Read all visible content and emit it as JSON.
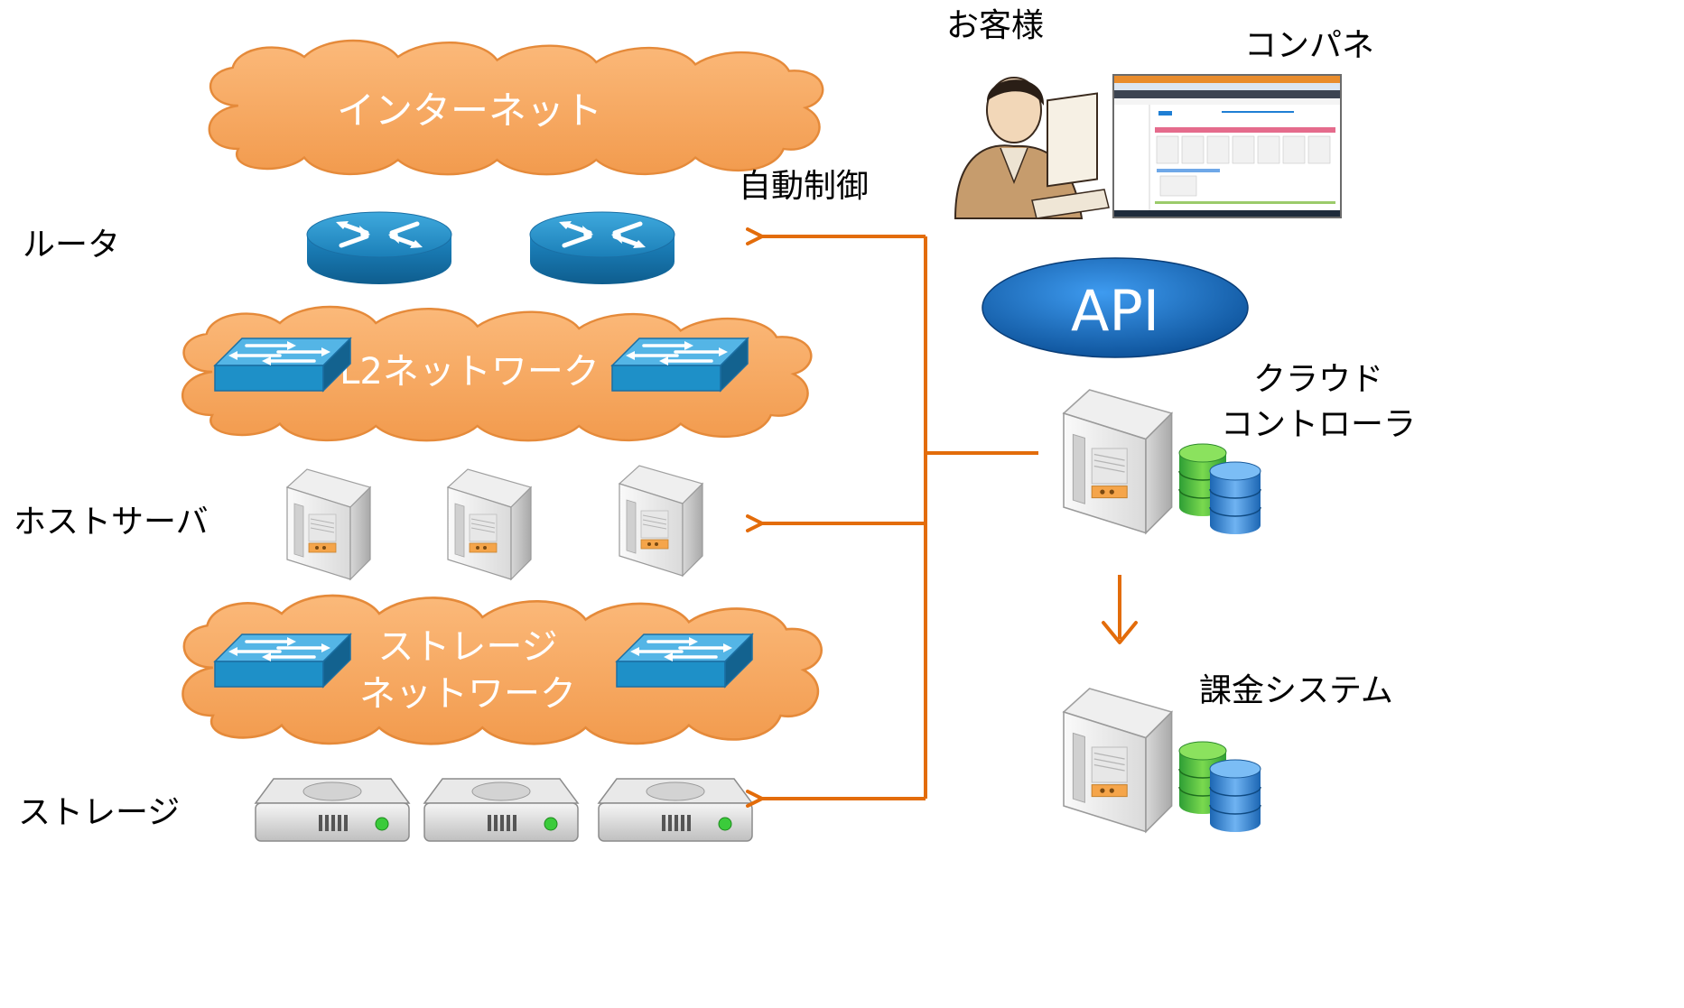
{
  "labels": {
    "internet": "インターネット",
    "router": "ルータ",
    "l2_network": "L2ネットワーク",
    "host_server": "ホストサーバ",
    "storage_network_line1": "ストレージ",
    "storage_network_line2": "ネットワーク",
    "storage": "ストレージ",
    "auto_control": "自動制御",
    "customer": "お客様",
    "control_panel": "コンパネ",
    "api": "API",
    "cloud_controller_line1": "クラウド",
    "cloud_controller_line2": "コントローラ",
    "billing_system": "課金システム"
  },
  "colors": {
    "cloud_fill": "#F7A35C",
    "cloud_stroke": "#E58A3A",
    "arrow": "#E36C0A",
    "api_fill": "#1F6FBF",
    "device_blue": "#1E90C8",
    "db_green": "#3CB043",
    "db_blue": "#2A7FD4"
  },
  "icons": {
    "router": "router-icon",
    "switch": "switch-icon",
    "server": "server-icon",
    "disk": "hard-disk-icon",
    "database": "database-icon",
    "person": "person-at-computer-icon",
    "screenshot": "control-panel-screenshot"
  }
}
